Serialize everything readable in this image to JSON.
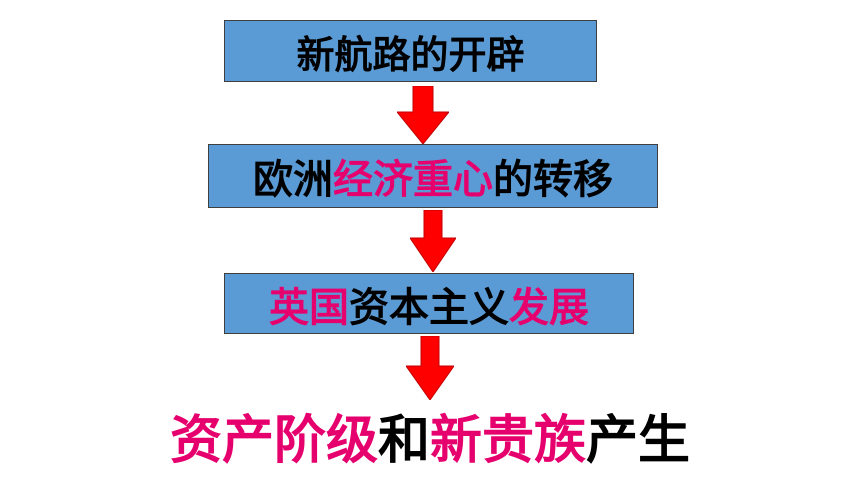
{
  "colors": {
    "box_fill": "#5b9bd5",
    "box_border": "#3f3f3f",
    "arrow": "#ff0000",
    "emphasis": "#e6006e",
    "text": "#000000"
  },
  "steps": [
    {
      "segments": [
        {
          "text": "新航路的开辟",
          "color": "#000000"
        }
      ]
    },
    {
      "segments": [
        {
          "text": "欧洲",
          "color": "#000000"
        },
        {
          "text": "经济重心",
          "color": "#e6006e"
        },
        {
          "text": "的转移",
          "color": "#000000"
        }
      ]
    },
    {
      "segments": [
        {
          "text": "英国",
          "color": "#e6006e"
        },
        {
          "text": "资本主义",
          "color": "#000000"
        },
        {
          "text": "发展",
          "color": "#e6006e"
        }
      ]
    },
    {
      "segments": [
        {
          "text": "资产阶级",
          "color": "#e6006e"
        },
        {
          "text": "和",
          "color": "#000000"
        },
        {
          "text": "新贵族",
          "color": "#e6006e"
        },
        {
          "text": "产生",
          "color": "#000000"
        }
      ]
    }
  ],
  "arrow_icon": "down-arrow-icon"
}
